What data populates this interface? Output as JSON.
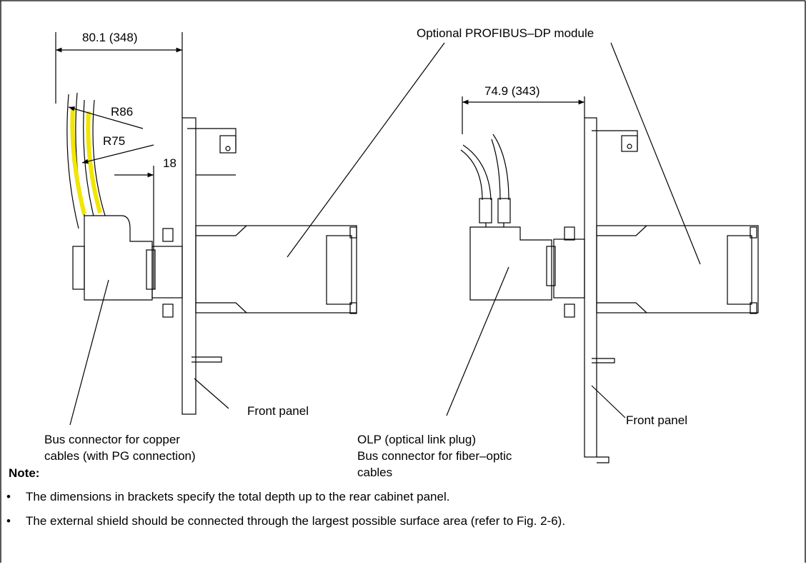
{
  "left_assembly": {
    "dim_width": "80.1 (348)",
    "dim_r86": "R86",
    "dim_r75": "R75",
    "dim_18": "18",
    "front_panel": "Front panel",
    "connector_line1": "Bus connector for copper",
    "connector_line2": "cables (with PG connection)"
  },
  "right_assembly": {
    "dim_width": "74.9 (343)",
    "front_panel": "Front panel",
    "olp_line1": "OLP (optical link plug)",
    "olp_line2": "Bus connector for fiber–optic",
    "olp_line3": "cables"
  },
  "module_label": "Optional PROFIBUS–DP module",
  "note": {
    "heading": "Note:",
    "items": [
      "The dimensions in brackets specify the total depth up to the rear cabinet panel.",
      "The external shield should be connected through the largest possible surface area (refer to Fig. 2-6)."
    ]
  },
  "colors": {
    "cable_shield": "#f2e600",
    "line": "#000000"
  }
}
